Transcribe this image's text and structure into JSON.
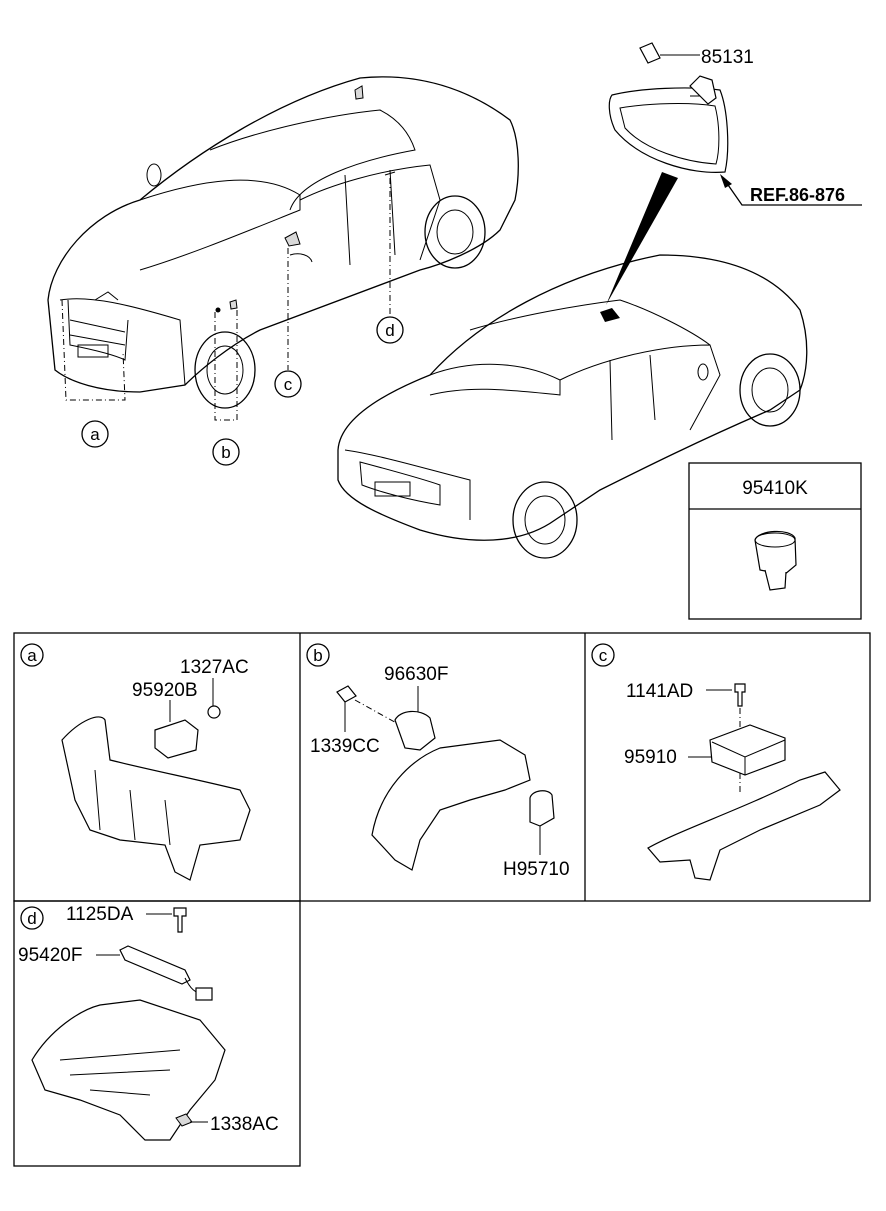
{
  "parts": {
    "p85131": "85131",
    "ref": "REF.86-876",
    "p95410K": "95410K",
    "p1327AC": "1327AC",
    "p95920B": "95920B",
    "p96630F": "96630F",
    "p1339CC": "1339CC",
    "pH95710": "H95710",
    "p1141AD": "1141AD",
    "p95910": "95910",
    "p1125DA": "1125DA",
    "p95420F": "95420F",
    "p1338AC": "1338AC"
  },
  "callouts": {
    "a": "a",
    "b": "b",
    "c": "c",
    "d": "d"
  }
}
